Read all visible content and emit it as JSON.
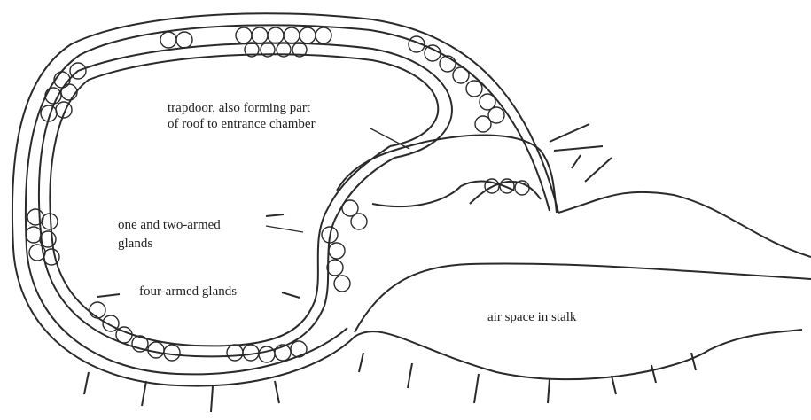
{
  "labels": {
    "trapdoor_line1": "trapdoor, also forming part",
    "trapdoor_line2": "of roof to entrance chamber",
    "glands_line1": "one and two-armed",
    "glands_line2": "glands",
    "four_armed": "four-armed glands",
    "air_space": "air space in stalk"
  },
  "colors": {
    "ink": "#2a2a2a",
    "paper": "#ffffff"
  }
}
